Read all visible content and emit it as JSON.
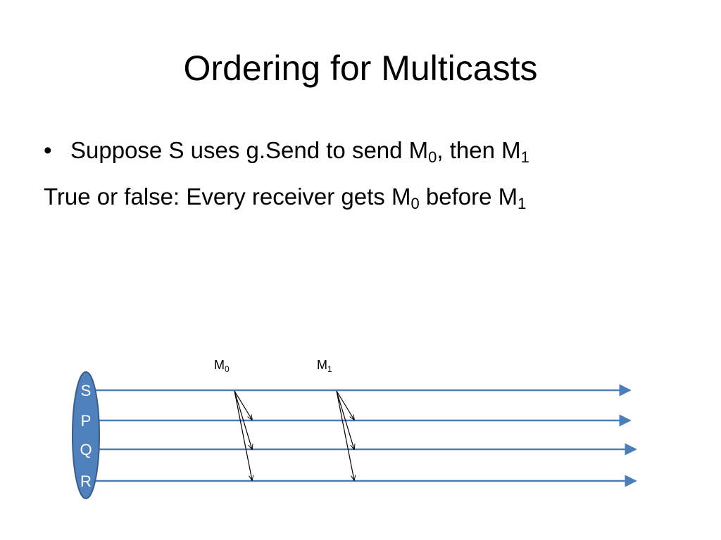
{
  "slide": {
    "title": "Ordering for Multicasts",
    "bullet": {
      "prefix": "Suppose S uses g.Send to send M",
      "sub1": "0",
      "mid": ", then M",
      "sub2": "1"
    },
    "question": {
      "prefix": "True or false: Every receiver gets M",
      "sub1": "0",
      "mid": " before M",
      "sub2": "1"
    }
  },
  "diagram": {
    "processes": [
      "S",
      "P",
      "Q",
      "R"
    ],
    "messages": [
      {
        "base": "M",
        "sub": "0",
        "sender": "S",
        "receivers": [
          "P",
          "Q",
          "R"
        ]
      },
      {
        "base": "M",
        "sub": "1",
        "sender": "S",
        "receivers": [
          "P",
          "Q",
          "R"
        ]
      }
    ],
    "colors": {
      "timeline": "#4a7ebb",
      "process_group": "#4f81bd",
      "process_group_border": "#385d8a",
      "message_arrow": "#000000"
    }
  }
}
